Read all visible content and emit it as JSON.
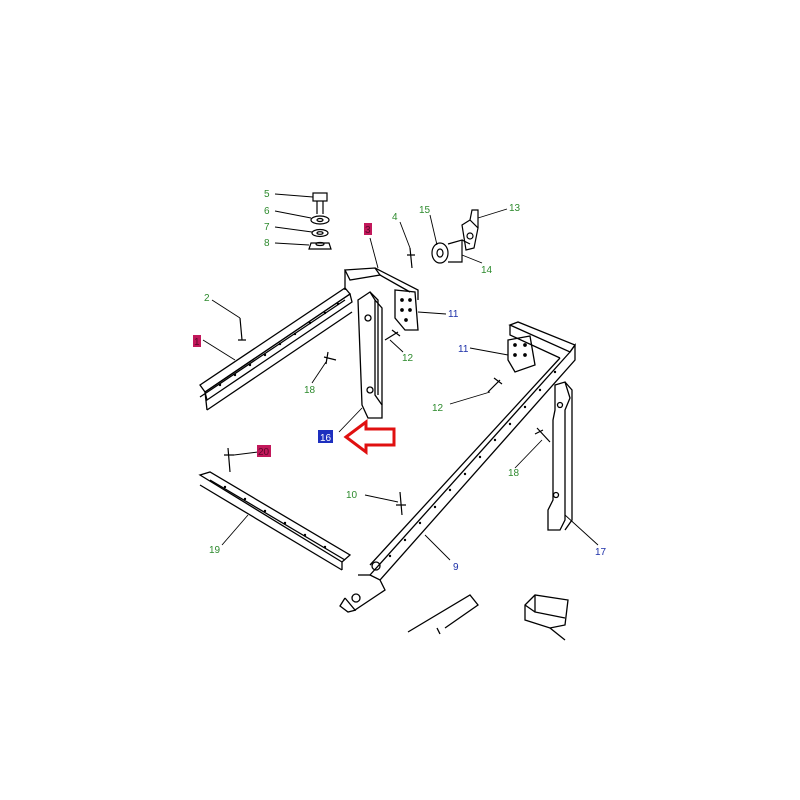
{
  "diagram": {
    "colors": {
      "green": "#2d8a2d",
      "blue": "#1c2fa8",
      "magenta": "#c2185b",
      "box_blue": "#1d2fbf",
      "arrow": "#e01010",
      "line": "#000000"
    },
    "labels": {
      "l1": "1",
      "l2": "2",
      "l3": "3",
      "l4": "4",
      "l5": "5",
      "l6": "6",
      "l7": "7",
      "l8": "8",
      "l9": "9",
      "l10": "10",
      "l11a": "11",
      "l11b": "11",
      "l12a": "12",
      "l12b": "12",
      "l13": "13",
      "l14": "14",
      "l15": "15",
      "l16": "16",
      "l17": "17",
      "l18a": "18",
      "l18b": "18",
      "l19": "19",
      "l20": "20"
    },
    "highlight": {
      "label": "16",
      "icon": "arrow-left-outline-icon"
    }
  }
}
